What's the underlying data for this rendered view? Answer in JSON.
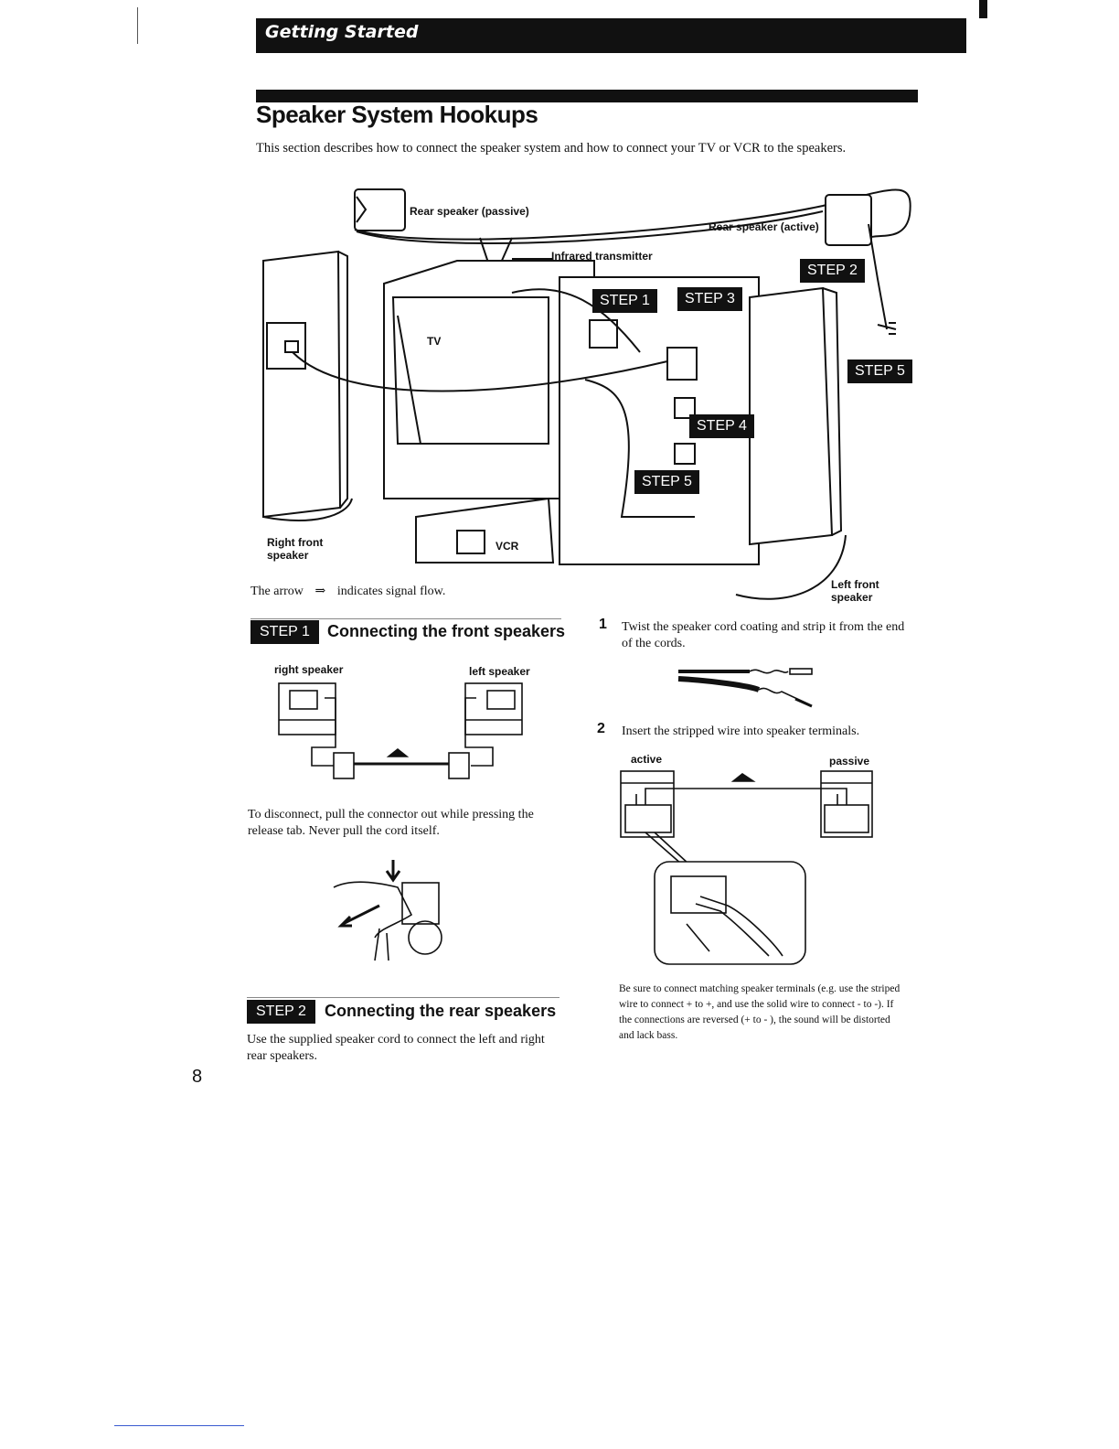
{
  "header": {
    "section_label": "Getting Started"
  },
  "title": "Speaker System Hookups",
  "intro": "This section describes how to connect the speaker system and how to connect your TV or VCR to the speakers.",
  "diagram": {
    "labels": {
      "rear_passive": "Rear speaker (passive)",
      "rear_active": "Rear speaker (active)",
      "infrared": "Infrared transmitter",
      "tv": "TV",
      "vcr": "VCR",
      "right_front": "Right front speaker",
      "left_front": "Left front speaker"
    },
    "steps": {
      "s1": "STEP 1",
      "s2": "STEP 2",
      "s3": "STEP 3",
      "s4": "STEP 4",
      "s5a": "STEP 5",
      "s5b": "STEP 5"
    },
    "arrow_note_before": "The arrow",
    "arrow_note_after": "indicates signal flow."
  },
  "step1": {
    "badge": "STEP 1",
    "heading": "Connecting the front speakers",
    "right_speaker": "right speaker",
    "left_speaker": "left speaker",
    "disconnect_text": "To disconnect, pull the connector out while pressing the release tab. Never pull the cord itself."
  },
  "step2": {
    "badge": "STEP 2",
    "heading": "Connecting the rear speakers",
    "text": "Use the supplied speaker cord to connect the left and right rear speakers."
  },
  "right_col": {
    "item1_num": "1",
    "item1_text": "Twist the speaker cord coating and strip it from the end of the cords.",
    "item2_num": "2",
    "item2_text": "Insert the stripped wire into speaker terminals.",
    "active": "active",
    "passive": "passive",
    "note": "Be sure to connect matching speaker terminals (e.g. use the striped wire to connect + to +, and use the solid wire to connect - to -). If the connections are reversed (+ to - ), the sound will be distorted and lack bass."
  },
  "page_number": "8"
}
